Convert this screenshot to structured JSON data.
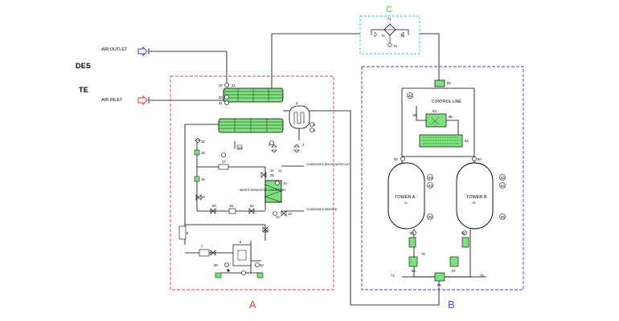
{
  "labels": {
    "air_outlet": "AIR OUTLET",
    "air_inlet": "AIR INLET",
    "control_line": "CONTROL LINE",
    "tower_a": "TOWER A",
    "tower_b": "TOWER B",
    "tower_a_tag": "61",
    "tower_b_tag": "62",
    "condensate_drain": "CONDENSATE BOILER WATER OUT",
    "condensate_drain_2": "CONDENSATE WATER IN",
    "water_separator": "WATER SEPARATOR CONDENSER",
    "frag_des": "DES",
    "frag_te": "TE"
  },
  "sections": {
    "a": {
      "letter": "A",
      "color": "#e0403a"
    },
    "b": {
      "letter": "B",
      "color": "#4a4ad8"
    },
    "c": {
      "letter": "C",
      "color": "#4ac84a"
    }
  },
  "colors": {
    "line": "#000000",
    "hx_fill": "#7fe07f",
    "box_a": "#e04040",
    "box_b": "#3a3ad0",
    "box_c": "#30c8c8",
    "arrow_outlet": "#3a3ad0",
    "arrow_inlet": "#e03030"
  },
  "tags": {
    "t20": "20",
    "t21": "21",
    "t30": "30",
    "t31": "31",
    "t32": "32",
    "t1": "1",
    "t2": "2",
    "t3": "3",
    "t4": "4",
    "t5": "5",
    "t6": "6",
    "t7": "7",
    "t8": "8",
    "t10": "10",
    "t11": "11",
    "t12": "12",
    "t13": "13",
    "t15": "15",
    "t16": "16",
    "t17": "17",
    "t18": "18",
    "t19": "19",
    "t24": "24",
    "t25": "25",
    "t33": "33",
    "t34": "34",
    "t35": "35",
    "t50": "50",
    "t51": "51",
    "t52": "52",
    "t53": "53",
    "t54": "54",
    "t55": "55",
    "t56": "56",
    "t57": "57",
    "t58": "58",
    "t59": "59",
    "t60": "60",
    "t63": "63",
    "t64": "64",
    "t65": "65",
    "t66": "66",
    "t70": "70",
    "t71": "71",
    "t72": "72",
    "t73": "73",
    "t74": "74",
    "t75": "75",
    "t76": "76"
  }
}
